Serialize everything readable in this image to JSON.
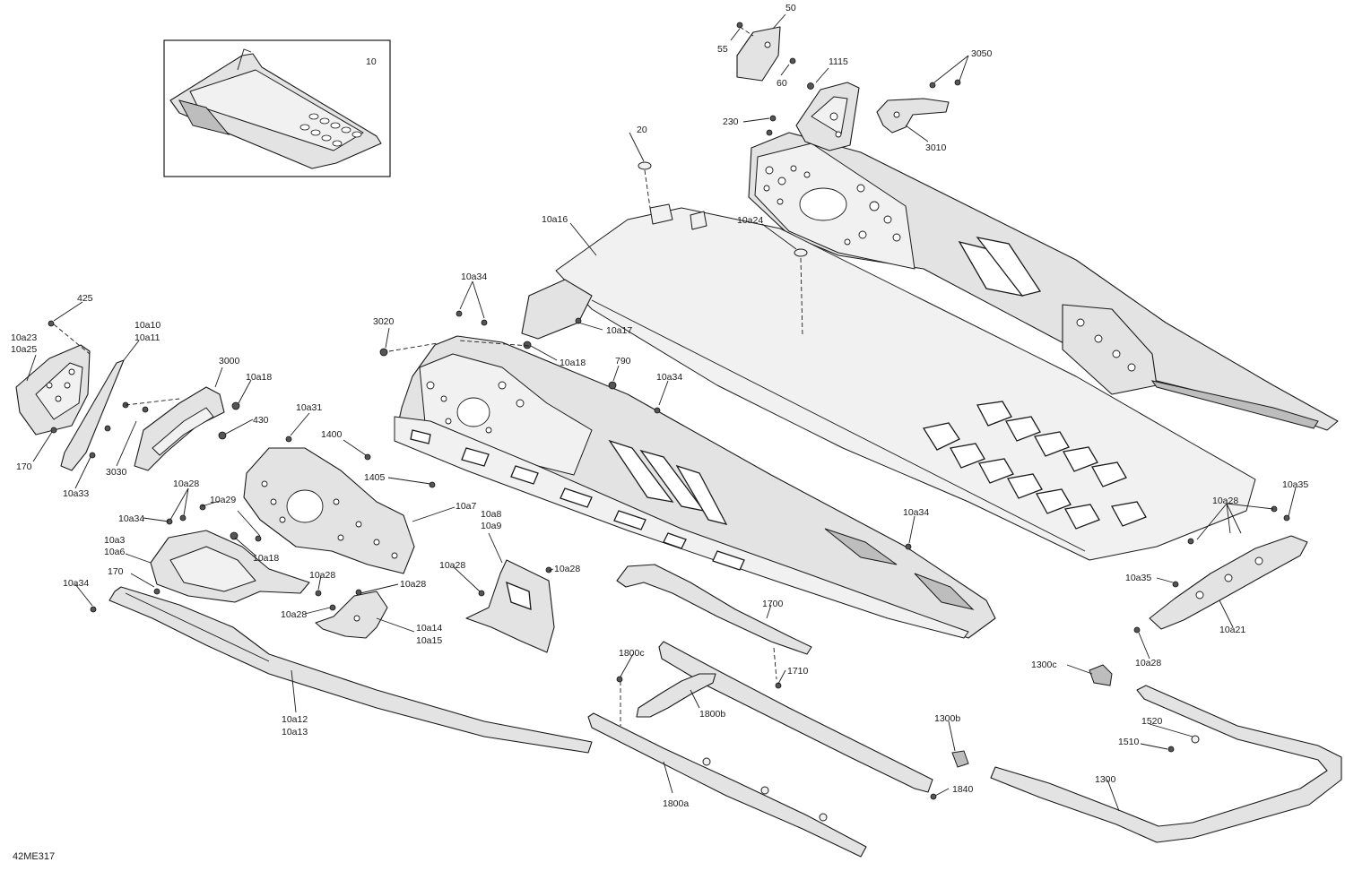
{
  "diagram_code": "42ME317",
  "callouts": [
    {
      "id": "c50",
      "label": "50"
    },
    {
      "id": "c55",
      "label": "55"
    },
    {
      "id": "c60",
      "label": "60"
    },
    {
      "id": "c1115",
      "label": "1115"
    },
    {
      "id": "c3050",
      "label": "3050"
    },
    {
      "id": "c230",
      "label": "230"
    },
    {
      "id": "c3010",
      "label": "3010"
    },
    {
      "id": "c10",
      "label": "10"
    },
    {
      "id": "c20",
      "label": "20"
    },
    {
      "id": "c10a16",
      "label": "10a16"
    },
    {
      "id": "c10a24",
      "label": "10a24"
    },
    {
      "id": "c10a34a",
      "label": "10a34"
    },
    {
      "id": "c10a17",
      "label": "10a17"
    },
    {
      "id": "c3020",
      "label": "3020"
    },
    {
      "id": "c10a18a",
      "label": "10a18"
    },
    {
      "id": "c790",
      "label": "790"
    },
    {
      "id": "c10a34b",
      "label": "10a34"
    },
    {
      "id": "c425",
      "label": "425"
    },
    {
      "id": "c10a10",
      "label": "10a10"
    },
    {
      "id": "c10a11",
      "label": "10a11"
    },
    {
      "id": "c10a23",
      "label": "10a23"
    },
    {
      "id": "c10a25",
      "label": "10a25"
    },
    {
      "id": "c3000",
      "label": "3000"
    },
    {
      "id": "c10a18b",
      "label": "10a18"
    },
    {
      "id": "c430",
      "label": "430"
    },
    {
      "id": "c10a31",
      "label": "10a31"
    },
    {
      "id": "c1400",
      "label": "1400"
    },
    {
      "id": "c1405",
      "label": "1405"
    },
    {
      "id": "c170a",
      "label": "170"
    },
    {
      "id": "c3030",
      "label": "3030"
    },
    {
      "id": "c10a33",
      "label": "10a33"
    },
    {
      "id": "c10a28a",
      "label": "10a28"
    },
    {
      "id": "c10a29",
      "label": "10a29"
    },
    {
      "id": "c10a7",
      "label": "10a7"
    },
    {
      "id": "c10a8",
      "label": "10a8"
    },
    {
      "id": "c10a9",
      "label": "10a9"
    },
    {
      "id": "c10a34c",
      "label": "10a34"
    },
    {
      "id": "c10a3",
      "label": "10a3"
    },
    {
      "id": "c10a6",
      "label": "10a6"
    },
    {
      "id": "c10a18c",
      "label": "10a18"
    },
    {
      "id": "c170b",
      "label": "170"
    },
    {
      "id": "c10a28b",
      "label": "10a28"
    },
    {
      "id": "c10a28c",
      "label": "10a28"
    },
    {
      "id": "c10a28d",
      "label": "10a28"
    },
    {
      "id": "c10a28e",
      "label": "10a28"
    },
    {
      "id": "c10a34d",
      "label": "10a34"
    },
    {
      "id": "c10a28f",
      "label": "10a28"
    },
    {
      "id": "c10a14",
      "label": "10a14"
    },
    {
      "id": "c10a15",
      "label": "10a15"
    },
    {
      "id": "c10a34e",
      "label": "10a34"
    },
    {
      "id": "c1700",
      "label": "1700"
    },
    {
      "id": "c10a28g",
      "label": "10a28"
    },
    {
      "id": "c10a35a",
      "label": "10a35"
    },
    {
      "id": "c10a35b",
      "label": "10a35"
    },
    {
      "id": "c10a21",
      "label": "10a21"
    },
    {
      "id": "c10a28h",
      "label": "10a28"
    },
    {
      "id": "c1800c",
      "label": "1800c"
    },
    {
      "id": "c1710",
      "label": "1710"
    },
    {
      "id": "c1800b",
      "label": "1800b"
    },
    {
      "id": "c10a12",
      "label": "10a12"
    },
    {
      "id": "c10a13",
      "label": "10a13"
    },
    {
      "id": "c1300c",
      "label": "1300c"
    },
    {
      "id": "c1300b",
      "label": "1300b"
    },
    {
      "id": "c1520",
      "label": "1520"
    },
    {
      "id": "c1510",
      "label": "1510"
    },
    {
      "id": "c1840",
      "label": "1840"
    },
    {
      "id": "c1300",
      "label": "1300"
    },
    {
      "id": "c1800a",
      "label": "1800a"
    }
  ]
}
